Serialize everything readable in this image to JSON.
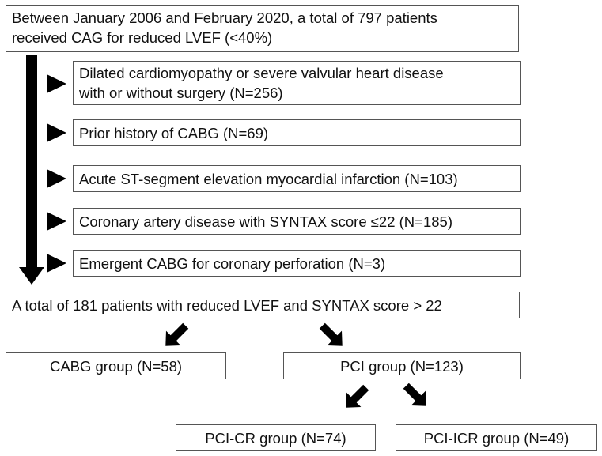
{
  "top_box": {
    "line1": "Between January 2006 and February 2020, a total of 797 patients",
    "line2": "received CAG for reduced LVEF (<40%)"
  },
  "exclusions": [
    {
      "line1": "Dilated cardiomyopathy or severe valvular heart disease",
      "line2": "with or without surgery (N=256)"
    },
    {
      "line1": "Prior history of CABG (N=69)"
    },
    {
      "line1": "Acute ST-segment elevation myocardial infarction (N=103)"
    },
    {
      "line1": "Coronary artery disease with SYNTAX score ≤22 (N=185)"
    },
    {
      "line1": "Emergent CABG for coronary perforation (N=3)"
    }
  ],
  "total_box": {
    "label": "A total of 181 patients with reduced LVEF and SYNTAX score > 22"
  },
  "groups": {
    "cabg": "CABG group (N=58)",
    "pci": "PCI group (N=123)",
    "pci_cr": "PCI-CR group (N=74)",
    "pci_icr": "PCI-ICR group (N=49)"
  },
  "colors": {
    "arrow": "#000000",
    "border": "#555555",
    "text": "#111111"
  }
}
